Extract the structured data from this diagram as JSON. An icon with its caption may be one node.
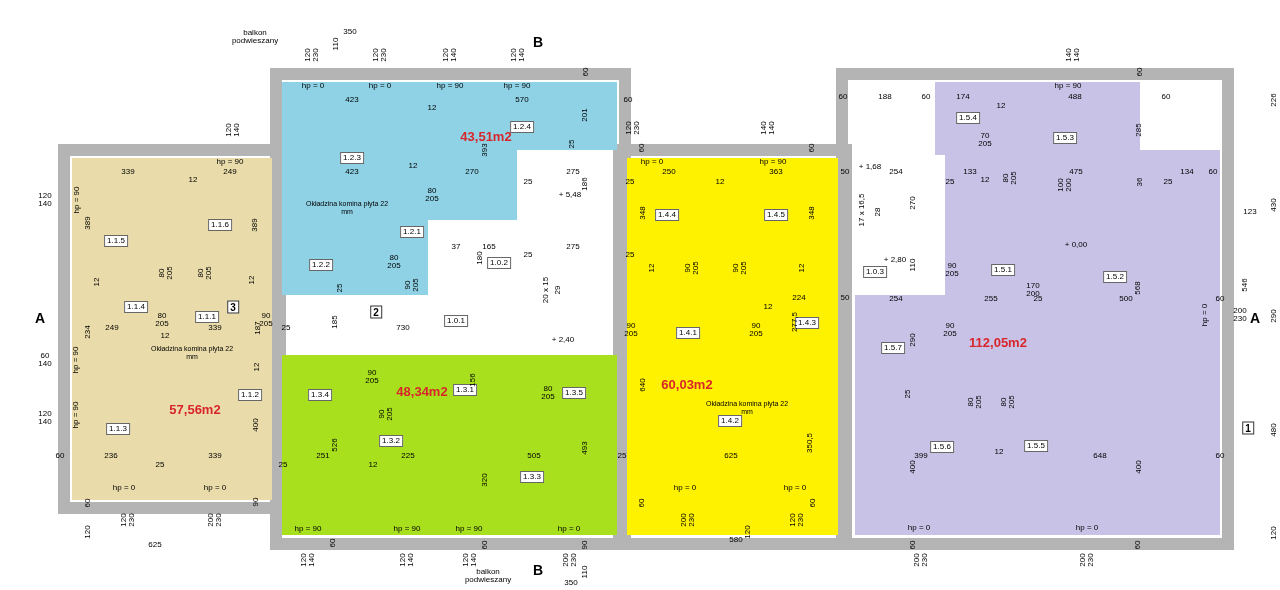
{
  "diagram": {
    "nodes": [
      {
        "text": [
          "1.1.5"
        ]
      },
      {
        "text": [
          "1.1.6"
        ]
      },
      {
        "text": [
          "1.1.4"
        ]
      },
      {
        "text": [
          "1.1.1"
        ]
      },
      {
        "text": [
          "1.1.3"
        ]
      },
      {
        "text": [
          "1.1.2"
        ]
      },
      {
        "text": [
          "1.2.3"
        ]
      },
      {
        "text": [
          "1.2.4"
        ]
      },
      {
        "text": [
          "1.2.1"
        ]
      },
      {
        "text": [
          "1.2.2"
        ]
      },
      {
        "text": [
          "1.0.2"
        ]
      },
      {
        "text": [
          "1.0.1"
        ]
      },
      {
        "text": [
          "1.3.4"
        ]
      },
      {
        "text": [
          "1.3.2"
        ]
      },
      {
        "text": [
          "1.3.1"
        ]
      },
      {
        "text": [
          "1.3.5"
        ]
      },
      {
        "text": [
          "1.3.3"
        ]
      },
      {
        "text": [
          "1.4.4"
        ]
      },
      {
        "text": [
          "1.4.5"
        ]
      },
      {
        "text": [
          "1.4.1"
        ]
      },
      {
        "text": [
          "1.4.3"
        ]
      },
      {
        "text": [
          "1.4.2"
        ]
      },
      {
        "text": [
          "1.5.4"
        ]
      },
      {
        "text": [
          "1.5.3"
        ]
      },
      {
        "text": [
          "1.0.3"
        ]
      },
      {
        "text": [
          "1.5.1"
        ]
      },
      {
        "text": [
          "1.5.2"
        ]
      },
      {
        "text": [
          "1.5.7"
        ]
      },
      {
        "text": [
          "1.5.6"
        ]
      },
      {
        "text": [
          "1.5.5"
        ]
      }
    ],
    "labels": [
      "balkon podwieszany",
      "350",
      "110",
      "120 230",
      "120 230",
      "120 140",
      "120 140",
      "B",
      "140 140",
      "60",
      "60",
      "hp = 0",
      "hp = 0",
      "hp = 90",
      "hp = 90",
      "hp = 90",
      "423",
      "570",
      "60",
      "60",
      "188",
      "60",
      "174",
      "488",
      "60",
      "226",
      "120 140",
      "12",
      "12",
      "201",
      "43,51m2",
      "393",
      "70 205",
      "285",
      "25",
      "120 230",
      "140 140",
      "60",
      "60",
      "hp = 90",
      "hp = 0",
      "hp = 90",
      "339",
      "249",
      "12",
      "423",
      "270",
      "275",
      "250",
      "363",
      "50",
      "254",
      "133",
      "475",
      "134",
      "60",
      "12",
      "25",
      "186",
      "25",
      "12",
      "12",
      "25",
      "36",
      "25",
      "80 205",
      "80 205",
      "100 200",
      "+ 5,48",
      "+ 1,68",
      "120 140",
      "hp = 90",
      "Okładzina komina płyta 22 mm",
      "348",
      "348",
      "17 x 16,5",
      "28",
      "270",
      "123",
      "430",
      "389",
      "389",
      "37",
      "165",
      "180",
      "275",
      "+ 0,00",
      "25",
      "25",
      "+ 2,80",
      "110",
      "12",
      "90 205",
      "90 205",
      "12",
      "80 205",
      "80 205",
      "12",
      "12",
      "80 205",
      "90 205",
      "90 205",
      "25",
      "20 x 15",
      "29",
      "170 200",
      "568",
      "546",
      "A",
      "234",
      "249",
      "80 205",
      "12",
      "339",
      "3",
      "187",
      "90 205",
      "25",
      "185",
      "2",
      "730",
      "+ 2,40",
      "90 205",
      "90 205",
      "12",
      "277,5",
      "224",
      "50",
      "254",
      "290",
      "90 205",
      "255",
      "112,05m2",
      "25",
      "500",
      "hp = 0",
      "60",
      "200 230",
      "A",
      "290",
      "60 140",
      "120 140",
      "60",
      "hp = 90",
      "hp = 90",
      "236",
      "25",
      "Okładzina komina płyta 22 mm",
      "57,56m2",
      "339",
      "400",
      "12",
      "25",
      "251",
      "526",
      "90 205",
      "12",
      "90 205",
      "225",
      "48,34m2",
      "156",
      "320",
      "505",
      "80 205",
      "493",
      "25",
      "640",
      "60,03m2",
      "625",
      "Okładzina komina płyta 22 mm",
      "350,5",
      "25",
      "400",
      "399",
      "80 205",
      "12",
      "80 205",
      "648",
      "400",
      "60",
      "1",
      "480",
      "hp = 0",
      "hp = 0",
      "hp = 0",
      "hp = 0",
      "60",
      "90",
      "60",
      "60",
      "120 230",
      "200 230",
      "200 230",
      "120 230",
      "hp = 90",
      "hp = 90",
      "hp = 90",
      "hp = 0",
      "hp = 0",
      "hp = 0",
      "120",
      "120",
      "120",
      "580",
      "625",
      "60",
      "60",
      "90",
      "60",
      "60",
      "120 140",
      "120 140",
      "120 140",
      "balkon podwieszany",
      "B",
      "200 230",
      "350",
      "110",
      "200 230",
      "200 230"
    ]
  }
}
